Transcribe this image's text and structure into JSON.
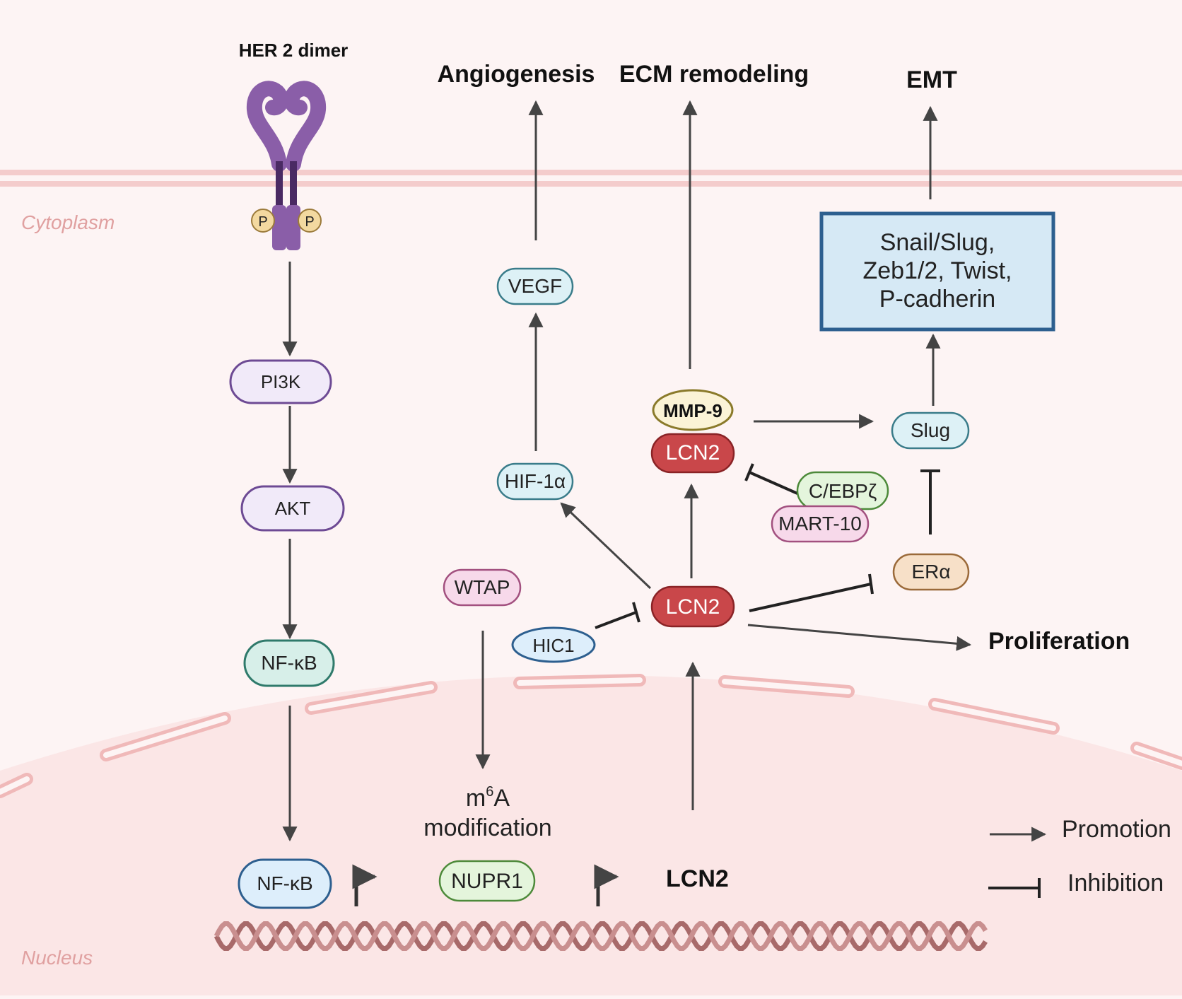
{
  "colors": {
    "background": "#fdf4f4",
    "membrane": "#f2c4c4",
    "nucleus_fill": "#fbe4e4",
    "receptor": "#8a5ea8",
    "receptor_dark": "#4a2a63",
    "phospho": "#f3d9a0",
    "arrow": "#444444",
    "lcn2_fill": "#c9474a",
    "lcn2_stroke": "#8a2326",
    "dna_strand": "#a86a6a",
    "emt_box_fill": "#d6e9f5",
    "emt_box_stroke": "#2d5f8f"
  },
  "compartments": {
    "cytoplasm": "Cytoplasm",
    "nucleus": "Nucleus"
  },
  "receptor": {
    "label": "HER 2 dimer",
    "phospho_left": "P",
    "phospho_right": "P"
  },
  "outcomes": {
    "angiogenesis": "Angiogenesis",
    "ecm": "ECM remodeling",
    "emt": "EMT",
    "proliferation": "Proliferation"
  },
  "nodes": {
    "pi3k": "PI3K",
    "akt": "AKT",
    "nfkb_cyto": "NF-κB",
    "nfkb_nuc": "NF-κB",
    "vegf": "VEGF",
    "hif1a": "HIF-1α",
    "mmp9": "MMP-9",
    "lcn2_upper": "LCN2",
    "lcn2_center": "LCN2",
    "cebp": "C/EBPζ",
    "mart10": "MART-10",
    "slug": "Slug",
    "era": "ERα",
    "wtap": "WTAP",
    "hic1": "HIC1",
    "nupr1": "NUPR1",
    "lcn2_gene": "LCN2",
    "m6a_main": "m",
    "m6a_sup": "6",
    "m6a_tail": "A",
    "m6a_line2": "modification"
  },
  "emt_box": {
    "line1": "Snail/Slug,",
    "line2": "Zeb1/2, Twist,",
    "line3": "P-cadherin"
  },
  "legend": {
    "promotion": "Promotion",
    "inhibition": "Inhibition"
  }
}
